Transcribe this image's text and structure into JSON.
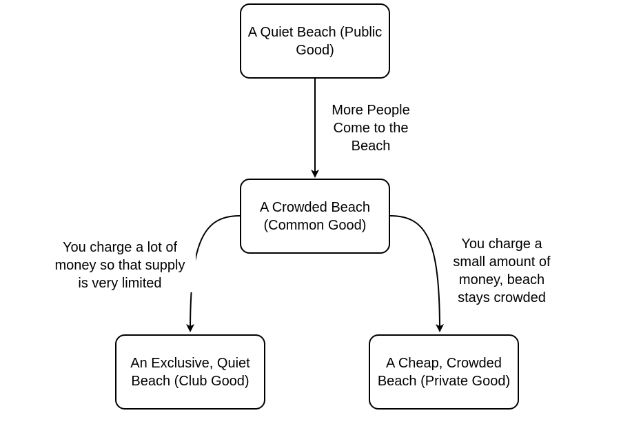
{
  "diagram": {
    "nodes": {
      "quiet_beach": {
        "label": "A Quiet Beach (Public\nGood)"
      },
      "crowded_beach": {
        "label": "A Crowded Beach\n(Common Good)"
      },
      "club_beach": {
        "label": "An Exclusive, Quiet\nBeach (Club Good)"
      },
      "private_beach": {
        "label": "A Cheap, Crowded\nBeach (Private Good)"
      }
    },
    "edges": {
      "more_people": {
        "label": "More People\nCome to the\nBeach"
      },
      "charge_lot": {
        "label": "You charge a lot of\nmoney so that supply\nis very limited"
      },
      "charge_small": {
        "label": "You charge a\nsmall amount of\nmoney, beach\nstays crowded"
      }
    },
    "colors": {
      "stroke": "#000000",
      "fill": "#ffffff",
      "text": "#000000"
    }
  }
}
